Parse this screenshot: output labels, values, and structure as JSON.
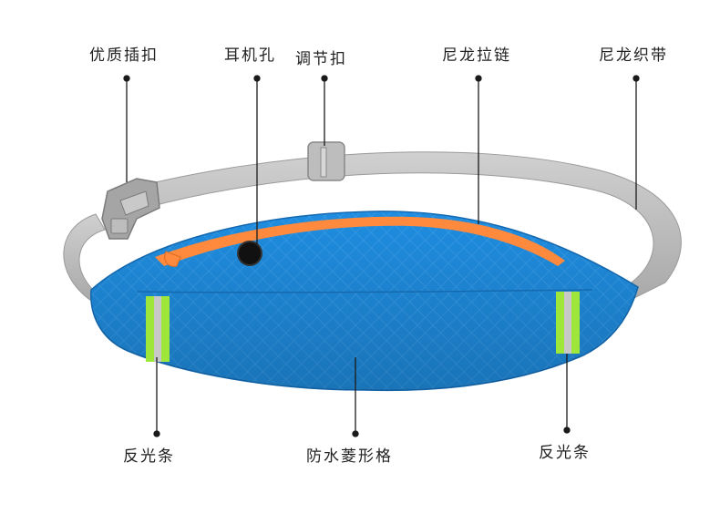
{
  "labels": {
    "buckle": "优质插扣",
    "earphone_hole": "耳机孔",
    "adjust_buckle": "调节扣",
    "nylon_zipper": "尼龙拉链",
    "nylon_strap": "尼龙织带",
    "reflective_left": "反光条",
    "waterproof_fabric": "防水菱形格",
    "reflective_right": "反光条"
  },
  "colors": {
    "bag_blue": "#1f8de0",
    "strap_gray": "#b9b9b9",
    "zipper_orange": "#ff8a3d",
    "reflective_green": "#9fe63a",
    "reflective_silver": "#c8c8c8"
  }
}
